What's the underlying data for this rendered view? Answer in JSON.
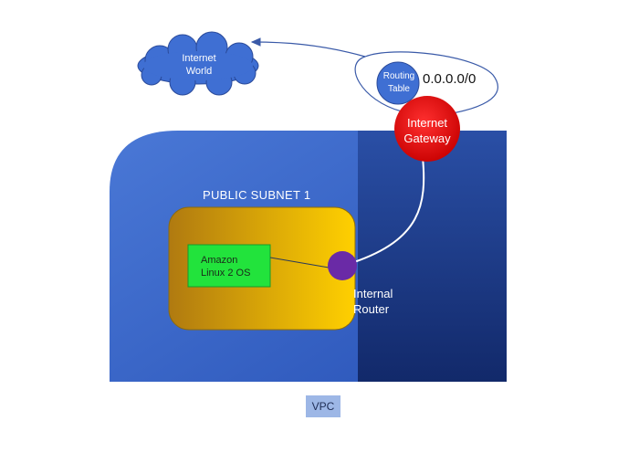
{
  "internet": {
    "label_line1": "Internet",
    "label_line2": "World"
  },
  "routing_table": {
    "label_line1": "Routing",
    "label_line2": "Table",
    "route": "0.0.0.0/0"
  },
  "internet_gateway": {
    "label_line1": "Internet",
    "label_line2": "Gateway"
  },
  "subnet": {
    "label": "PUBLIC SUBNET 1"
  },
  "instance": {
    "label_line1": "Amazon",
    "label_line2": "Linux 2 OS"
  },
  "internal_router": {
    "label_line1": "Internal",
    "label_line2": "Router"
  },
  "vpc": {
    "label": "VPC"
  },
  "colors": {
    "vpc_blue": "#3a66c6",
    "vpc_dark": "#1c3a86",
    "cloud": "#3f6fd3",
    "gateway_red": "#e01010",
    "subnet_gold": "#f1c10a",
    "instance_green": "#22e33c",
    "router_purple": "#6a2aa6"
  }
}
